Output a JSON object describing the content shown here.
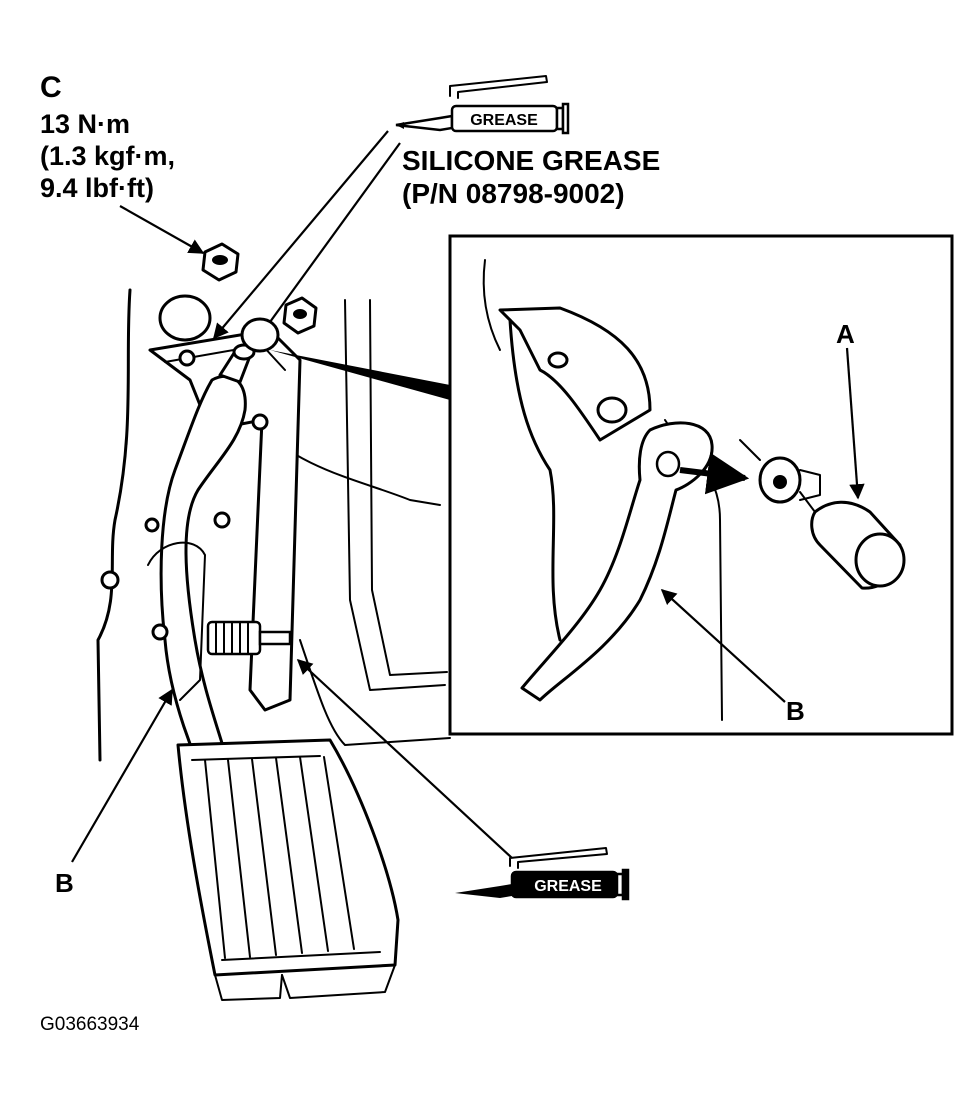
{
  "torque": {
    "letter": "C",
    "line1": "13 N·m",
    "line2": "(1.3 kgf·m,",
    "line3": "9.4 lbf·ft)"
  },
  "grease_top": {
    "tube_label": "GREASE",
    "name": "SILICONE GREASE",
    "part_number": "(P/N 08798-9002)"
  },
  "grease_bottom": {
    "tube_label": "GREASE"
  },
  "callouts": {
    "a": "A",
    "b_detail": "B",
    "b_main": "B"
  },
  "figure_id": "G03663934"
}
